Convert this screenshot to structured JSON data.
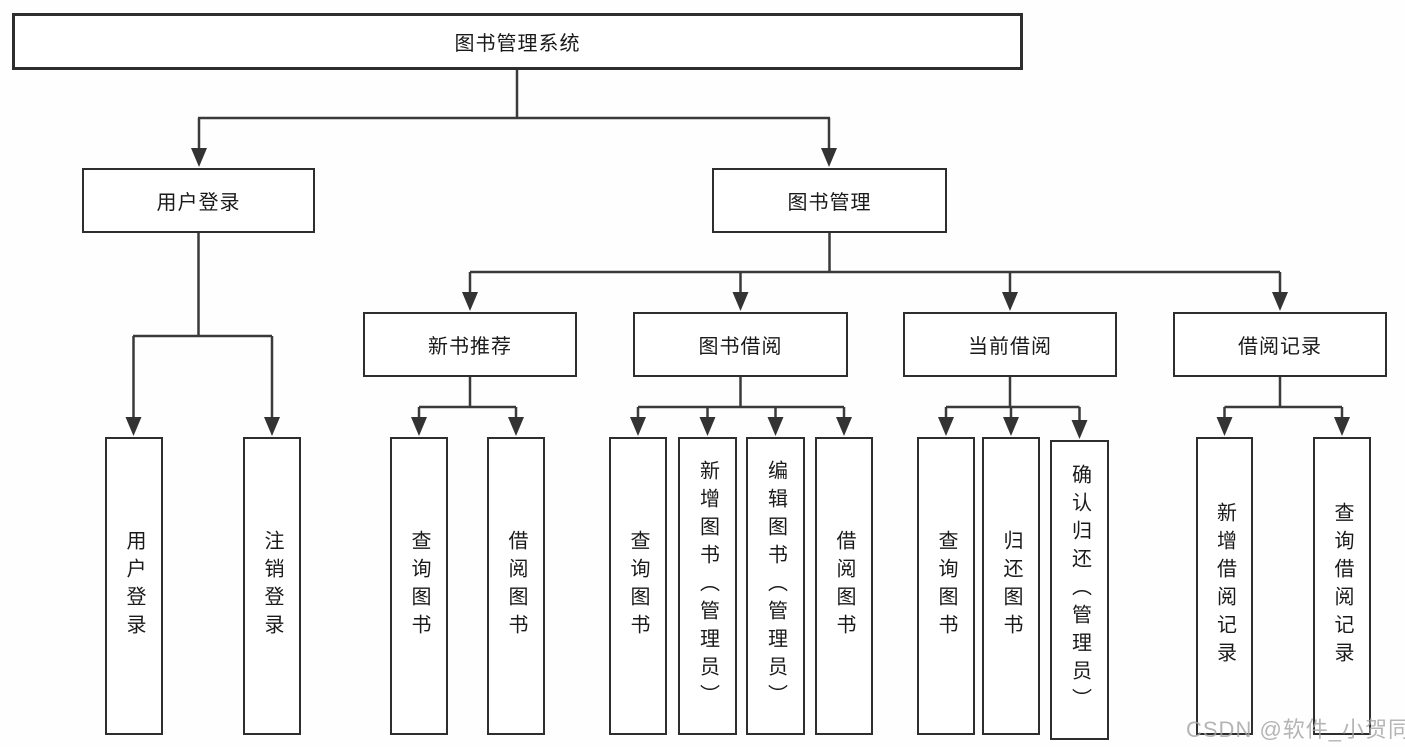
{
  "tree": {
    "label": "图书管理系统",
    "children": [
      {
        "label": "用户登录",
        "children": [
          {
            "label": "用户登录"
          },
          {
            "label": "注销登录"
          }
        ]
      },
      {
        "label": "图书管理",
        "children": [
          {
            "label": "新书推荐",
            "children": [
              {
                "label": "查询图书"
              },
              {
                "label": "借阅图书"
              }
            ]
          },
          {
            "label": "图书借阅",
            "children": [
              {
                "label": "查询图书"
              },
              {
                "label": "新增图书（管理员）"
              },
              {
                "label": "编辑图书（管理员）"
              },
              {
                "label": "借阅图书"
              }
            ]
          },
          {
            "label": "当前借阅",
            "children": [
              {
                "label": "查询图书"
              },
              {
                "label": "归还图书"
              },
              {
                "label": "确认归还（管理员）"
              }
            ]
          },
          {
            "label": "借阅记录",
            "children": [
              {
                "label": "新增借阅记录"
              },
              {
                "label": "查询借阅记录"
              }
            ]
          }
        ]
      }
    ]
  },
  "watermark": {
    "text": "CSDN @软件_小贺同学"
  },
  "colors": {
    "line": "#3a3a3a",
    "arrow": "#333333",
    "box_border": "#2e2e2e",
    "text": "#1a1a1a",
    "background": "#ffffff",
    "watermark": "#a3a3a3"
  }
}
